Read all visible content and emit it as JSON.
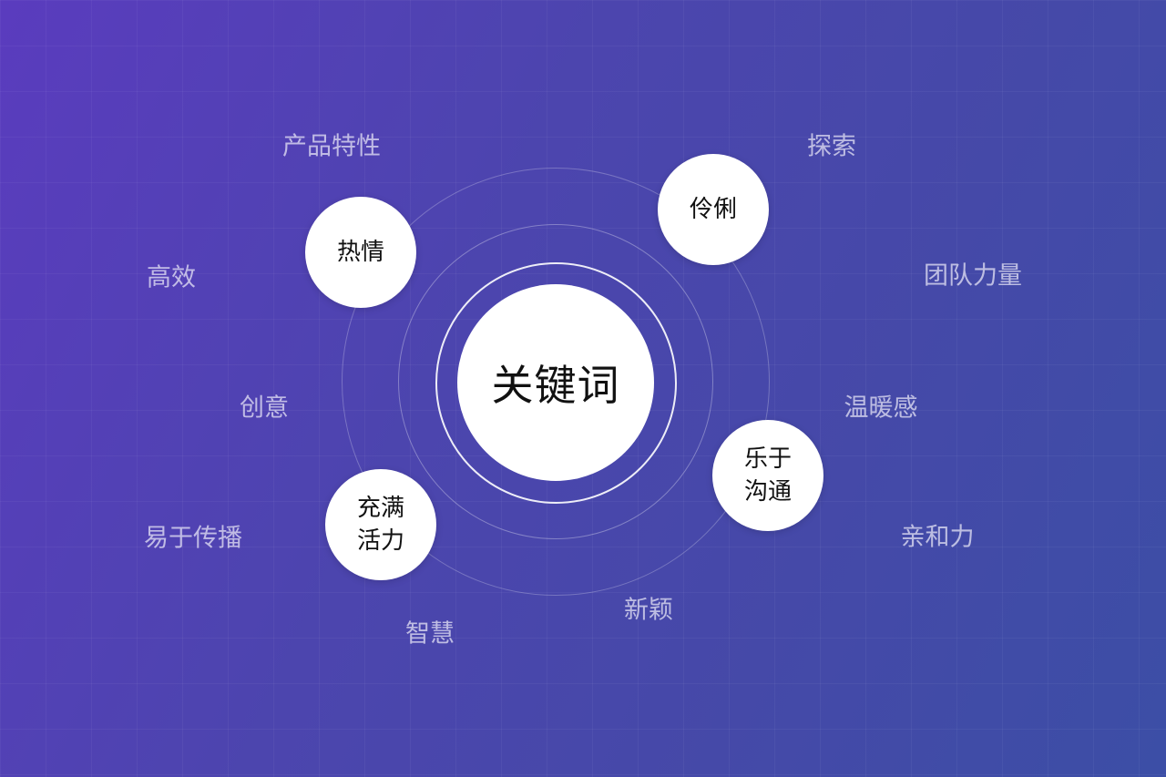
{
  "center": {
    "label": "关键词"
  },
  "nodes": [
    {
      "lines": [
        "热情"
      ]
    },
    {
      "lines": [
        "伶俐"
      ]
    },
    {
      "lines": [
        "乐于",
        "沟通"
      ]
    },
    {
      "lines": [
        "充满",
        "活力"
      ]
    }
  ],
  "keywords": [
    "产品特性",
    "探索",
    "高效",
    "团队力量",
    "创意",
    "温暖感",
    "易于传播",
    "亲和力",
    "新颖",
    "智慧"
  ]
}
